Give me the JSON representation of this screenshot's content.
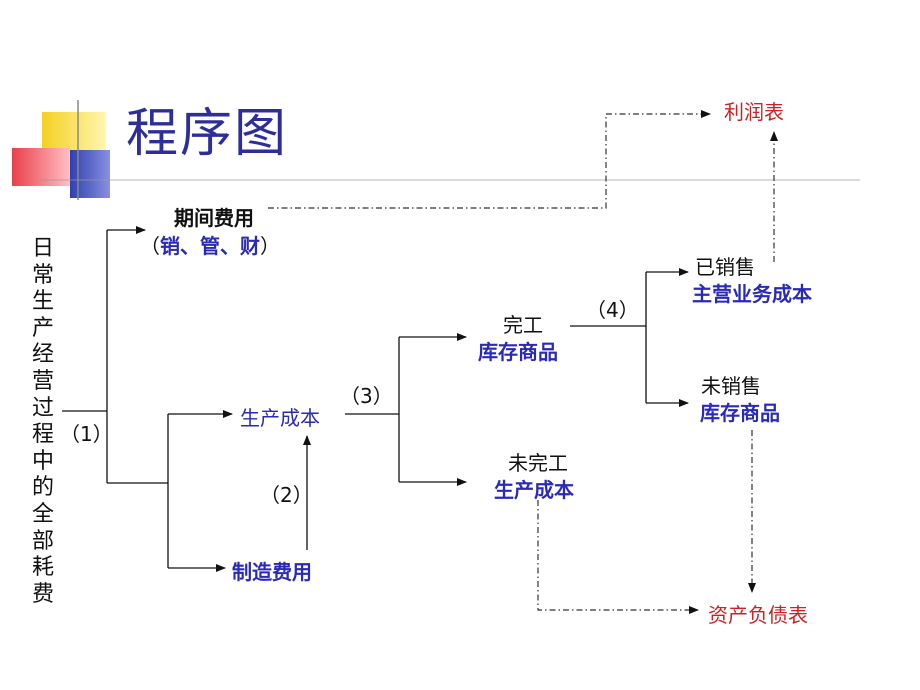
{
  "slide": {
    "title": "程序图",
    "vertical_label": "日常生产经营过程中的全部耗费",
    "steps": {
      "s1": "（1）",
      "s2": "（2）",
      "s3": "（3）",
      "s4": "（4）"
    },
    "nodes": {
      "period_expense": "期间费用",
      "period_expense_detail_open": "（",
      "period_expense_detail": "销、管、财",
      "period_expense_detail_close": "）",
      "production_cost": "生产成本",
      "manufacturing_overhead": "制造费用",
      "completed": "完工",
      "completed_inventory": "库存商品",
      "uncompleted": "未完工",
      "uncompleted_cost": "生产成本",
      "sold": "已销售",
      "sold_cost": "主营业务成本",
      "unsold": "未销售",
      "unsold_inventory": "库存商品",
      "income_statement": "利润表",
      "balance_sheet": "资产负债表"
    }
  },
  "colors": {
    "title": "#2e2e9a",
    "blue_text": "#2a2ab8",
    "red_text": "#cc2222",
    "logo_yellow": "#f5d020",
    "logo_red": "#e8404a",
    "logo_blue": "#3040b0"
  }
}
